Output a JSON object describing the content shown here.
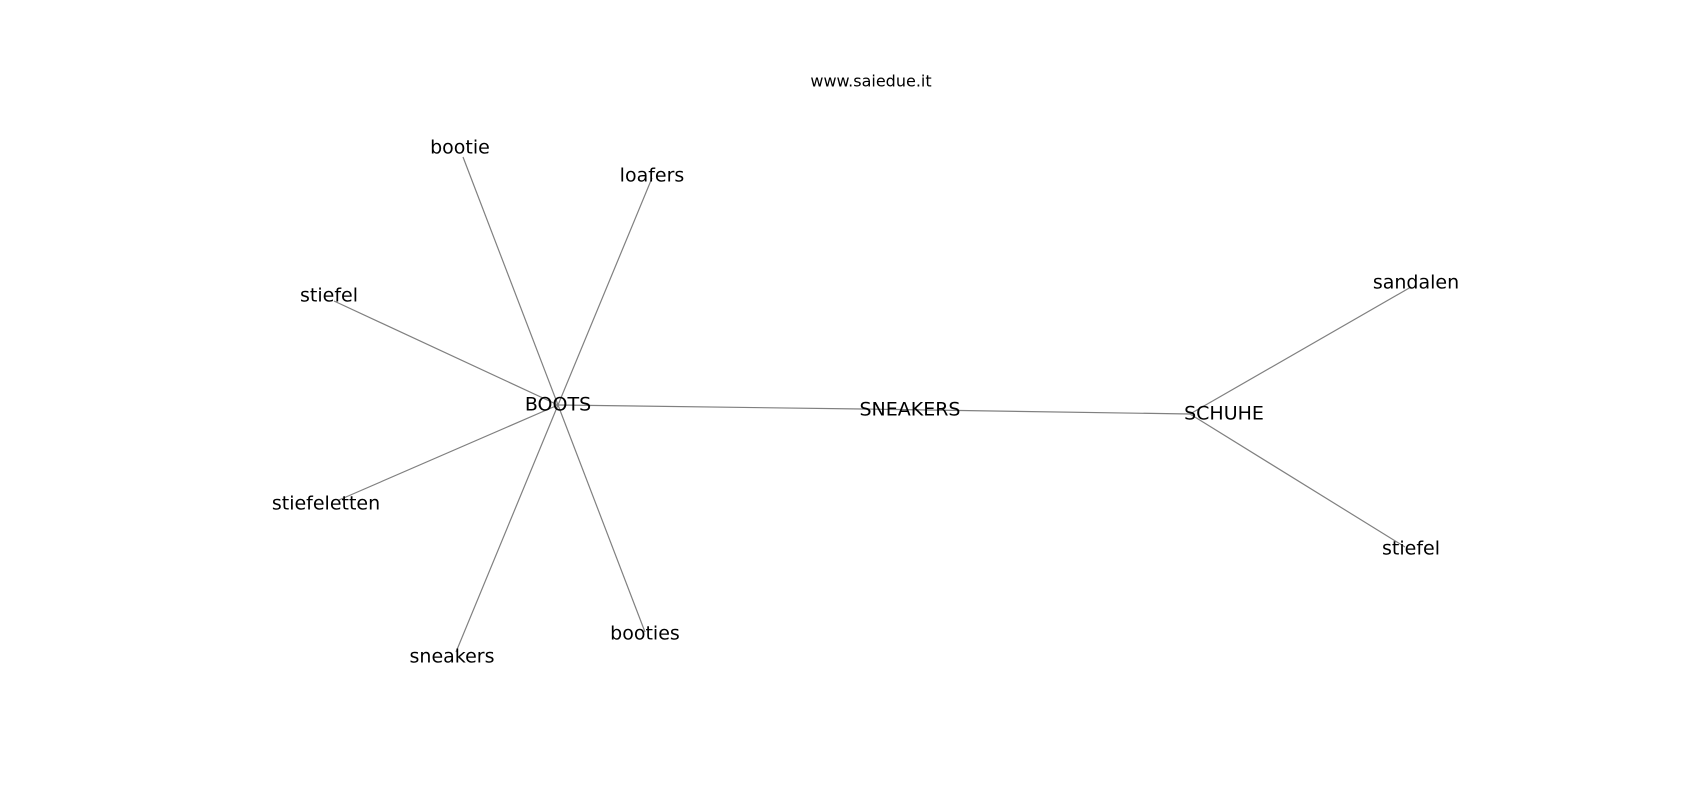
{
  "title": "www.saiedue.it",
  "colors": {
    "edge": "#808080",
    "text": "#000000",
    "background": "#ffffff"
  },
  "nodes": [
    {
      "id": "boots",
      "label": "BOOTS"
    },
    {
      "id": "sneakers_hub",
      "label": "SNEAKERS"
    },
    {
      "id": "schuhe",
      "label": "SCHUHE"
    },
    {
      "id": "bootie",
      "label": "bootie"
    },
    {
      "id": "loafers",
      "label": "loafers"
    },
    {
      "id": "stiefel_1",
      "label": "stiefel"
    },
    {
      "id": "stiefeletten",
      "label": "stiefeletten"
    },
    {
      "id": "sneakers_leaf",
      "label": "sneakers"
    },
    {
      "id": "booties",
      "label": "booties"
    },
    {
      "id": "sandalen",
      "label": "sandalen"
    },
    {
      "id": "stiefel_2",
      "label": "stiefel"
    }
  ],
  "edges": [
    {
      "from": "boots",
      "to": "bootie"
    },
    {
      "from": "boots",
      "to": "loafers"
    },
    {
      "from": "boots",
      "to": "stiefel_1"
    },
    {
      "from": "boots",
      "to": "stiefeletten"
    },
    {
      "from": "boots",
      "to": "sneakers_leaf"
    },
    {
      "from": "boots",
      "to": "booties"
    },
    {
      "from": "boots",
      "to": "sneakers_hub"
    },
    {
      "from": "sneakers_hub",
      "to": "schuhe"
    },
    {
      "from": "schuhe",
      "to": "sandalen"
    },
    {
      "from": "schuhe",
      "to": "stiefel_2"
    }
  ]
}
